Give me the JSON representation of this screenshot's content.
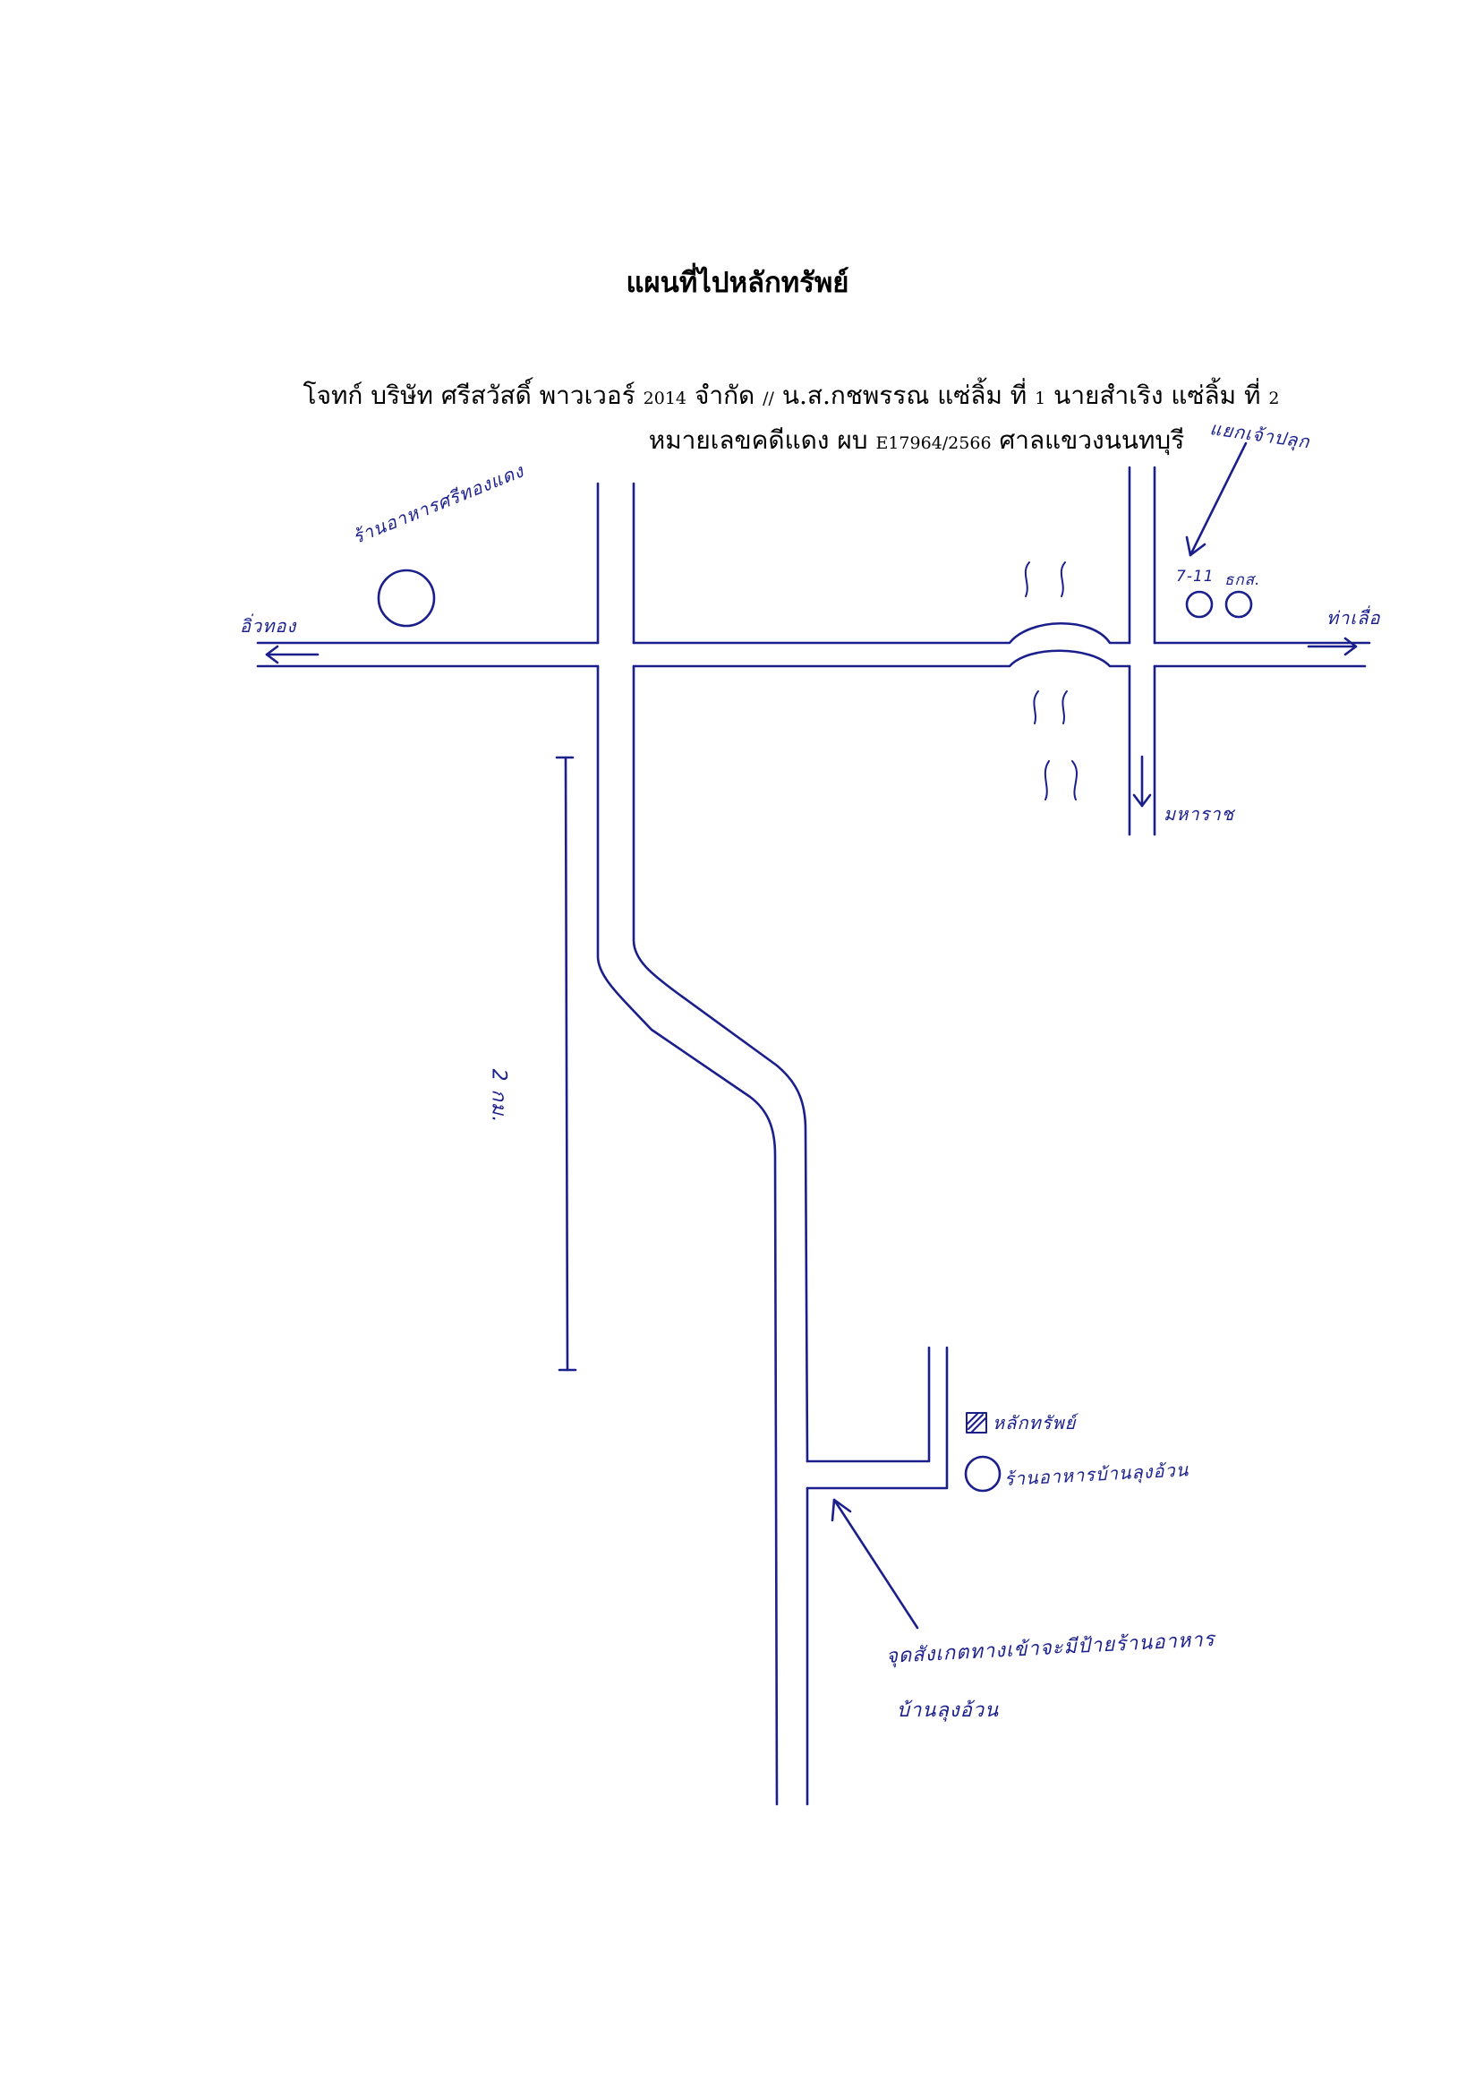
{
  "title": "แผนที่ไปหลักทรัพย์",
  "case": {
    "line1": {
      "a": "โจทก์ บริษัท ศรีสวัสดิ์ พาวเวอร์",
      "b": "2014",
      "c": "จำกัด",
      "d": "//",
      "e": "น.ส.กชพรรณ แซ่ลิ้ม ที่",
      "f": "1",
      "g": "นายสำเริง แซ่ลิ้ม ที่",
      "h": "2"
    },
    "line2": {
      "a": "หมายเลขคดีแดง ผบ",
      "b": "E17964/2566",
      "c": "ศาลแขวงนนทบุรี"
    }
  },
  "handwritten": {
    "restaurant_top": "ร้านอาหารศรีทองแดง",
    "west_direction": "อิ่วทอง",
    "east_direction": "ท่าเลื่อ",
    "south_direction": "มหาราช",
    "junction": "แยกเจ้าปลุก",
    "shop_711": "7-11",
    "shop_bank": "ธกส.",
    "distance": "2 กม.",
    "property": "หลักทรัพย์",
    "restaurant_bottom": "ร้านอาหารบ้านลุงอ้วน",
    "note_line1": "จุดสังเกตทางเข้าจะมีป้ายร้านอาหาร",
    "note_line2": "บ้านลุงอ้วน"
  },
  "colors": {
    "ink": "#1b1f8c",
    "print": "#000000"
  }
}
